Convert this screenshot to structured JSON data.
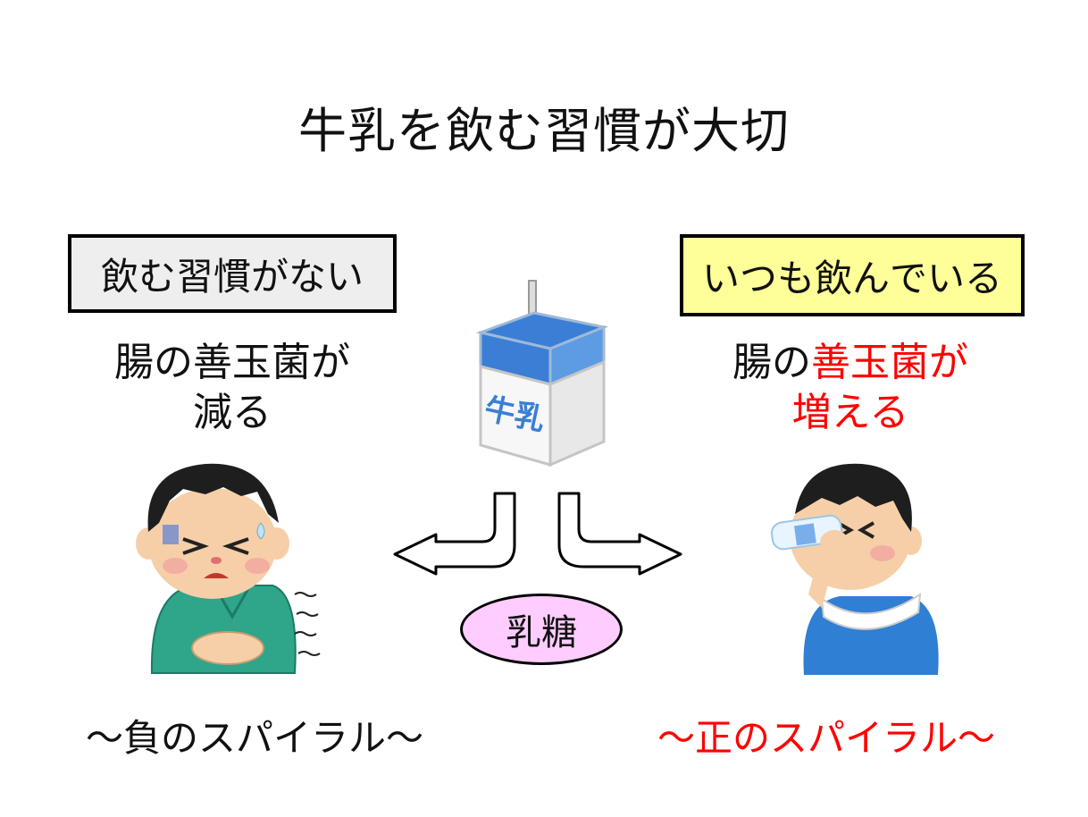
{
  "title": "牛乳を飲む習慣が大切",
  "left": {
    "box_label": "飲む習慣がない",
    "effect_line1": "腸の善玉菌が",
    "effect_line2": "減る",
    "spiral": "～負のスパイラル～",
    "box_color": "#eeeeee"
  },
  "right": {
    "box_label": "いつも飲んでいる",
    "effect_line1_prefix": "腸の",
    "effect_line1_highlight": "善玉菌が",
    "effect_line2": "増える",
    "spiral": "～正のスパイラル～",
    "box_color": "#ffff99",
    "highlight_color": "#ff0000"
  },
  "center": {
    "carton_label": "牛乳",
    "lactose_label": "乳糖",
    "lactose_color": "#ffccff",
    "carton_color": "#3a7fd5"
  }
}
